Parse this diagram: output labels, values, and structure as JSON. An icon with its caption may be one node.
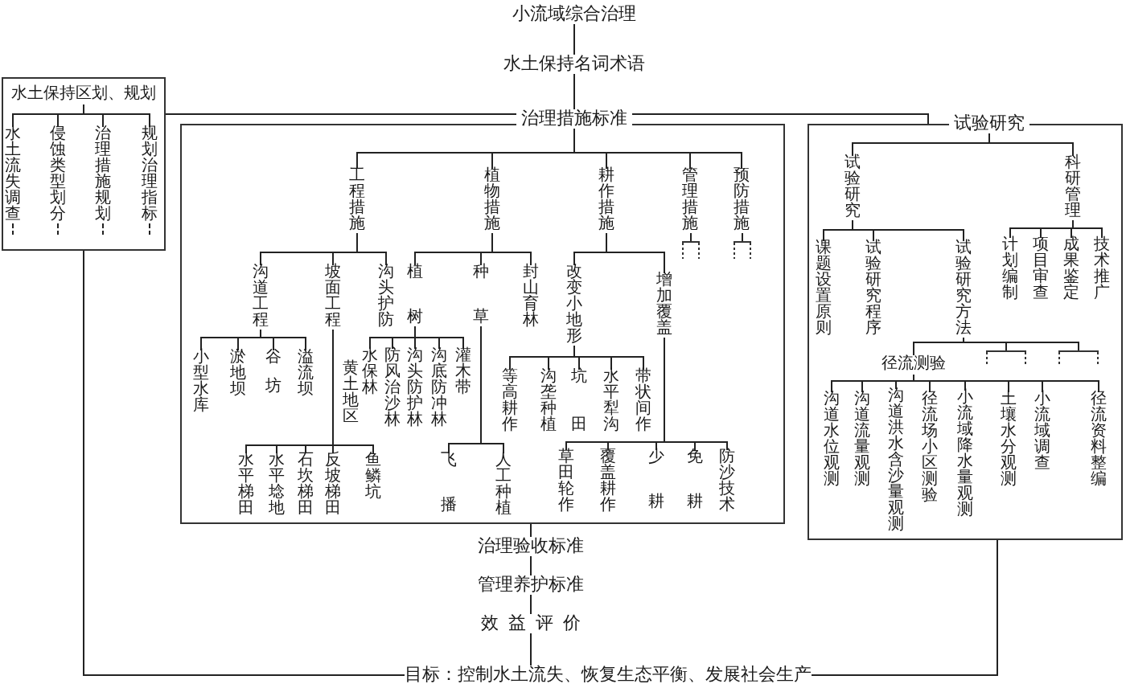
{
  "diagram": {
    "nodes": [
      {
        "text": [
          "小流域综合治理"
        ]
      },
      {
        "text": [
          "水土保持名词术语"
        ]
      },
      {
        "text": [
          "治理措施标准"
        ]
      },
      {
        "text": [],
        "shape": "box"
      },
      {
        "text": [
          "水土保持区划、规划"
        ],
        "in": 3
      },
      {
        "text": [
          "水土流失调查"
        ],
        "in": 3
      },
      {
        "text": [
          "侵蚀类型划分"
        ],
        "in": 3
      },
      {
        "text": [
          "治理措施规划"
        ],
        "in": 3
      },
      {
        "text": [
          "规划治理指标"
        ],
        "in": 3
      },
      {
        "text": [],
        "shape": "box"
      },
      {
        "text": [
          "工程措施"
        ],
        "in": 9
      },
      {
        "text": [
          "植物措施"
        ],
        "in": 9
      },
      {
        "text": [
          "耕作措施"
        ],
        "in": 9
      },
      {
        "text": [
          "管理措施"
        ],
        "in": 9
      },
      {
        "text": [
          "预防措施"
        ],
        "in": 9
      },
      {
        "text": [
          "沟道工程"
        ],
        "in": 9
      },
      {
        "text": [
          "坡面工程"
        ],
        "in": 9
      },
      {
        "text": [
          "沟头护防"
        ],
        "in": 9
      },
      {
        "text": [
          "植树"
        ],
        "in": 9
      },
      {
        "text": [
          "种草"
        ],
        "in": 9
      },
      {
        "text": [
          "封山育林"
        ],
        "in": 9
      },
      {
        "text": [
          "改变小地形"
        ],
        "in": 9
      },
      {
        "text": [
          "增加覆盖"
        ],
        "in": 9
      },
      {
        "text": [
          "小型水库"
        ],
        "in": 9
      },
      {
        "text": [
          "淤地坝"
        ],
        "in": 9
      },
      {
        "text": [
          "谷坊"
        ],
        "in": 9
      },
      {
        "text": [
          "溢流坝"
        ],
        "in": 9
      },
      {
        "text": [
          "水保林"
        ],
        "beside": [
          "黄土地区"
        ],
        "in": 9
      },
      {
        "text": [
          "防风治沙林"
        ],
        "in": 9
      },
      {
        "text": [
          "沟头防护林"
        ],
        "in": 9
      },
      {
        "text": [
          "沟底防冲林"
        ],
        "in": 9
      },
      {
        "text": [
          "灌木带"
        ],
        "in": 9
      },
      {
        "text": [
          "等高耕作"
        ],
        "in": 9
      },
      {
        "text": [
          "沟垄种植"
        ],
        "in": 9
      },
      {
        "text": [
          "坑田"
        ],
        "in": 9
      },
      {
        "text": [
          "水平犁沟"
        ],
        "in": 9
      },
      {
        "text": [
          "带状间作"
        ],
        "in": 9
      },
      {
        "text": [
          "水平梯田"
        ],
        "in": 9
      },
      {
        "text": [
          "水平埝地"
        ],
        "in": 9
      },
      {
        "text": [
          "石坎梯田"
        ],
        "in": 9
      },
      {
        "text": [
          "反坡梯田"
        ],
        "in": 9
      },
      {
        "text": [
          "鱼鳞坑"
        ],
        "in": 9
      },
      {
        "text": [
          "飞播"
        ],
        "in": 9
      },
      {
        "text": [
          "人工种植"
        ],
        "in": 9
      },
      {
        "text": [
          "草田轮作"
        ],
        "in": 9
      },
      {
        "text": [
          "覆盖耕作"
        ],
        "in": 9
      },
      {
        "text": [
          "少耕"
        ],
        "in": 9
      },
      {
        "text": [
          "免耕"
        ],
        "in": 9
      },
      {
        "text": [
          "防沙技术"
        ],
        "in": 9
      },
      {
        "text": [
          "治理验收标准"
        ]
      },
      {
        "text": [
          "管理养护标准"
        ]
      },
      {
        "text": [
          "效益评价"
        ]
      },
      {
        "text": [],
        "shape": "box"
      },
      {
        "text": [
          "试验研究"
        ]
      },
      {
        "text": [
          "试验研究"
        ],
        "in": 52
      },
      {
        "text": [
          "科研管理"
        ],
        "in": 52
      },
      {
        "text": [
          "课题设置原则"
        ],
        "in": 52
      },
      {
        "text": [
          "试验研究程序"
        ],
        "in": 52
      },
      {
        "text": [
          "试验研究方法"
        ],
        "in": 52
      },
      {
        "text": [
          "计划编制"
        ],
        "in": 52
      },
      {
        "text": [
          "项目审查"
        ],
        "in": 52
      },
      {
        "text": [
          "成果鉴定"
        ],
        "in": 52
      },
      {
        "text": [
          "技术推广"
        ],
        "in": 52
      },
      {
        "text": [
          "径流测验"
        ],
        "in": 52
      },
      {
        "text": [
          "沟道水位观测"
        ],
        "in": 52
      },
      {
        "text": [
          "沟道流量观测"
        ],
        "in": 52
      },
      {
        "text": [
          "沟道洪水含沙量观测"
        ],
        "in": 52
      },
      {
        "text": [
          "径流场小区测验"
        ],
        "in": 52
      },
      {
        "text": [
          "小流域降水量观测"
        ],
        "in": 52
      },
      {
        "text": [
          "土壤水分观测"
        ],
        "in": 52
      },
      {
        "text": [
          "小流域调查"
        ],
        "in": 52
      },
      {
        "text": [
          "径流资料整编"
        ],
        "in": 52
      },
      {
        "text": [
          "目标：控制水土流失、恢复生态平衡、发展社会生产"
        ]
      },
      {
        "text": [],
        "shape": "bracket",
        "in": 9
      },
      {
        "text": [],
        "shape": "bracket",
        "in": 9
      },
      {
        "text": [],
        "shape": "bracket",
        "in": 52
      },
      {
        "text": [],
        "shape": "bracket",
        "in": 52
      }
    ],
    "edges": [
      {
        "from": 0,
        "to": 1,
        "arrow": "none"
      },
      {
        "from": 1,
        "to": 2,
        "arrow": "none"
      },
      {
        "from": 2,
        "to": 3,
        "arrow": "none"
      },
      {
        "from": 2,
        "to": 52,
        "arrow": "none"
      },
      {
        "from": 3,
        "to": 72,
        "arrow": "none"
      },
      {
        "from": 52,
        "to": 72,
        "arrow": "none"
      },
      {
        "from": 9,
        "to": 49,
        "arrow": "none"
      },
      {
        "from": 49,
        "to": 50,
        "arrow": "none"
      },
      {
        "from": 50,
        "to": 51,
        "arrow": "none"
      },
      {
        "from": 51,
        "to": 72,
        "arrow": "none"
      },
      {
        "from": 4,
        "to": 5,
        "arrow": "none"
      },
      {
        "from": 4,
        "to": 6,
        "arrow": "none"
      },
      {
        "from": 4,
        "to": 7,
        "arrow": "none"
      },
      {
        "from": 4,
        "to": 8,
        "arrow": "none"
      },
      {
        "from": 5,
        "to": null,
        "arrow": "none",
        "style": "dashed"
      },
      {
        "from": 6,
        "to": null,
        "arrow": "none",
        "style": "dashed"
      },
      {
        "from": 7,
        "to": null,
        "arrow": "none",
        "style": "dashed"
      },
      {
        "from": 8,
        "to": null,
        "arrow": "none",
        "style": "dashed"
      },
      {
        "from": 2,
        "to": 10,
        "arrow": "none"
      },
      {
        "from": 2,
        "to": 11,
        "arrow": "none"
      },
      {
        "from": 2,
        "to": 12,
        "arrow": "none"
      },
      {
        "from": 2,
        "to": 13,
        "arrow": "none"
      },
      {
        "from": 2,
        "to": 14,
        "arrow": "none"
      },
      {
        "from": 10,
        "to": 15,
        "arrow": "none"
      },
      {
        "from": 10,
        "to": 16,
        "arrow": "none"
      },
      {
        "from": 10,
        "to": 17,
        "arrow": "none"
      },
      {
        "from": 11,
        "to": 18,
        "arrow": "none"
      },
      {
        "from": 11,
        "to": 19,
        "arrow": "none"
      },
      {
        "from": 11,
        "to": 20,
        "arrow": "none"
      },
      {
        "from": 12,
        "to": 21,
        "arrow": "none"
      },
      {
        "from": 12,
        "to": 22,
        "arrow": "none"
      },
      {
        "from": 13,
        "to": 73,
        "arrow": "none"
      },
      {
        "from": 14,
        "to": 74,
        "arrow": "none"
      },
      {
        "from": 15,
        "to": 23,
        "arrow": "none"
      },
      {
        "from": 15,
        "to": 24,
        "arrow": "none"
      },
      {
        "from": 15,
        "to": 25,
        "arrow": "none"
      },
      {
        "from": 15,
        "to": 26,
        "arrow": "none"
      },
      {
        "from": 16,
        "to": 37,
        "arrow": "none"
      },
      {
        "from": 16,
        "to": 38,
        "arrow": "none"
      },
      {
        "from": 16,
        "to": 39,
        "arrow": "none"
      },
      {
        "from": 16,
        "to": 40,
        "arrow": "none"
      },
      {
        "from": 16,
        "to": 41,
        "arrow": "none"
      },
      {
        "from": 18,
        "to": 27,
        "arrow": "none"
      },
      {
        "from": 18,
        "to": 28,
        "arrow": "none"
      },
      {
        "from": 18,
        "to": 29,
        "arrow": "none"
      },
      {
        "from": 18,
        "to": 30,
        "arrow": "none"
      },
      {
        "from": 18,
        "to": 31,
        "arrow": "none"
      },
      {
        "from": 19,
        "to": 42,
        "arrow": "none"
      },
      {
        "from": 19,
        "to": 43,
        "arrow": "none"
      },
      {
        "from": 21,
        "to": 32,
        "arrow": "none"
      },
      {
        "from": 21,
        "to": 33,
        "arrow": "none"
      },
      {
        "from": 21,
        "to": 34,
        "arrow": "none"
      },
      {
        "from": 21,
        "to": 35,
        "arrow": "none"
      },
      {
        "from": 21,
        "to": 36,
        "arrow": "none"
      },
      {
        "from": 22,
        "to": 44,
        "arrow": "none"
      },
      {
        "from": 22,
        "to": 45,
        "arrow": "none"
      },
      {
        "from": 22,
        "to": 46,
        "arrow": "none"
      },
      {
        "from": 22,
        "to": 47,
        "arrow": "none"
      },
      {
        "from": 22,
        "to": 48,
        "arrow": "none"
      },
      {
        "from": 53,
        "to": 54,
        "arrow": "none"
      },
      {
        "from": 53,
        "to": 55,
        "arrow": "none"
      },
      {
        "from": 54,
        "to": 56,
        "arrow": "none"
      },
      {
        "from": 54,
        "to": 57,
        "arrow": "none"
      },
      {
        "from": 54,
        "to": 58,
        "arrow": "none"
      },
      {
        "from": 55,
        "to": 59,
        "arrow": "none"
      },
      {
        "from": 55,
        "to": 60,
        "arrow": "none"
      },
      {
        "from": 55,
        "to": 61,
        "arrow": "none"
      },
      {
        "from": 55,
        "to": 62,
        "arrow": "none"
      },
      {
        "from": 58,
        "to": 63,
        "arrow": "none"
      },
      {
        "from": 58,
        "to": 75,
        "arrow": "none"
      },
      {
        "from": 58,
        "to": 76,
        "arrow": "none"
      },
      {
        "from": 63,
        "to": 64,
        "arrow": "none"
      },
      {
        "from": 63,
        "to": 65,
        "arrow": "none"
      },
      {
        "from": 63,
        "to": 66,
        "arrow": "none"
      },
      {
        "from": 63,
        "to": 67,
        "arrow": "none"
      },
      {
        "from": 63,
        "to": 68,
        "arrow": "none"
      },
      {
        "from": 63,
        "to": 69,
        "arrow": "none"
      },
      {
        "from": 63,
        "to": 70,
        "arrow": "none"
      },
      {
        "from": 63,
        "to": 71,
        "arrow": "none"
      }
    ]
  }
}
